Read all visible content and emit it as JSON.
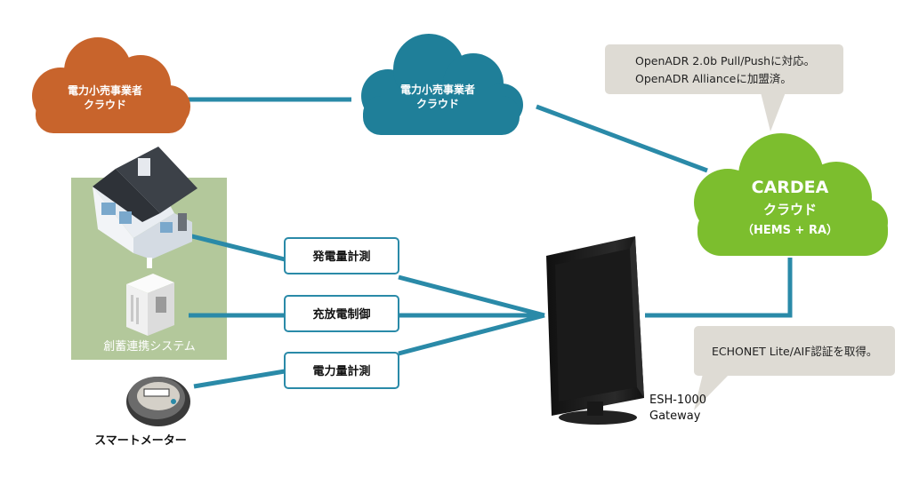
{
  "clouds": {
    "left": {
      "line1": "電力小売事業者",
      "line2": "クラウド",
      "color": "#c8642c"
    },
    "middle": {
      "line1": "電力小売事業者",
      "line2": "クラウド",
      "color": "#1f7f99"
    },
    "cardea": {
      "line1": "CARDEA",
      "line2": "クラウド",
      "line3": "（HEMS + RA）",
      "color": "#7cbe2e"
    }
  },
  "bubbles": {
    "openadr": {
      "line1": "OpenADR 2.0b Pull/Pushに対応。",
      "line2": "OpenADR Allianceに加盟済。"
    },
    "echonet": {
      "line1": "ECHONET Lite/AIF認証を取得。"
    }
  },
  "labels": {
    "generation": "発電量計測",
    "charge": "充放電制御",
    "power": "電力量計測"
  },
  "system_panel_label": "創蓄連携システム",
  "smart_meter_label": "スマートメーター",
  "gateway": {
    "line1": "ESH-1000",
    "line2": "Gateway"
  },
  "colors": {
    "line": "#2a8aa8",
    "panel": "#b3c89b",
    "bubble": "#dedbd4"
  },
  "icons": {
    "house": "house-icon",
    "storage": "storage-unit-icon",
    "meter": "smart-meter-icon",
    "monitor": "gateway-device-icon"
  }
}
